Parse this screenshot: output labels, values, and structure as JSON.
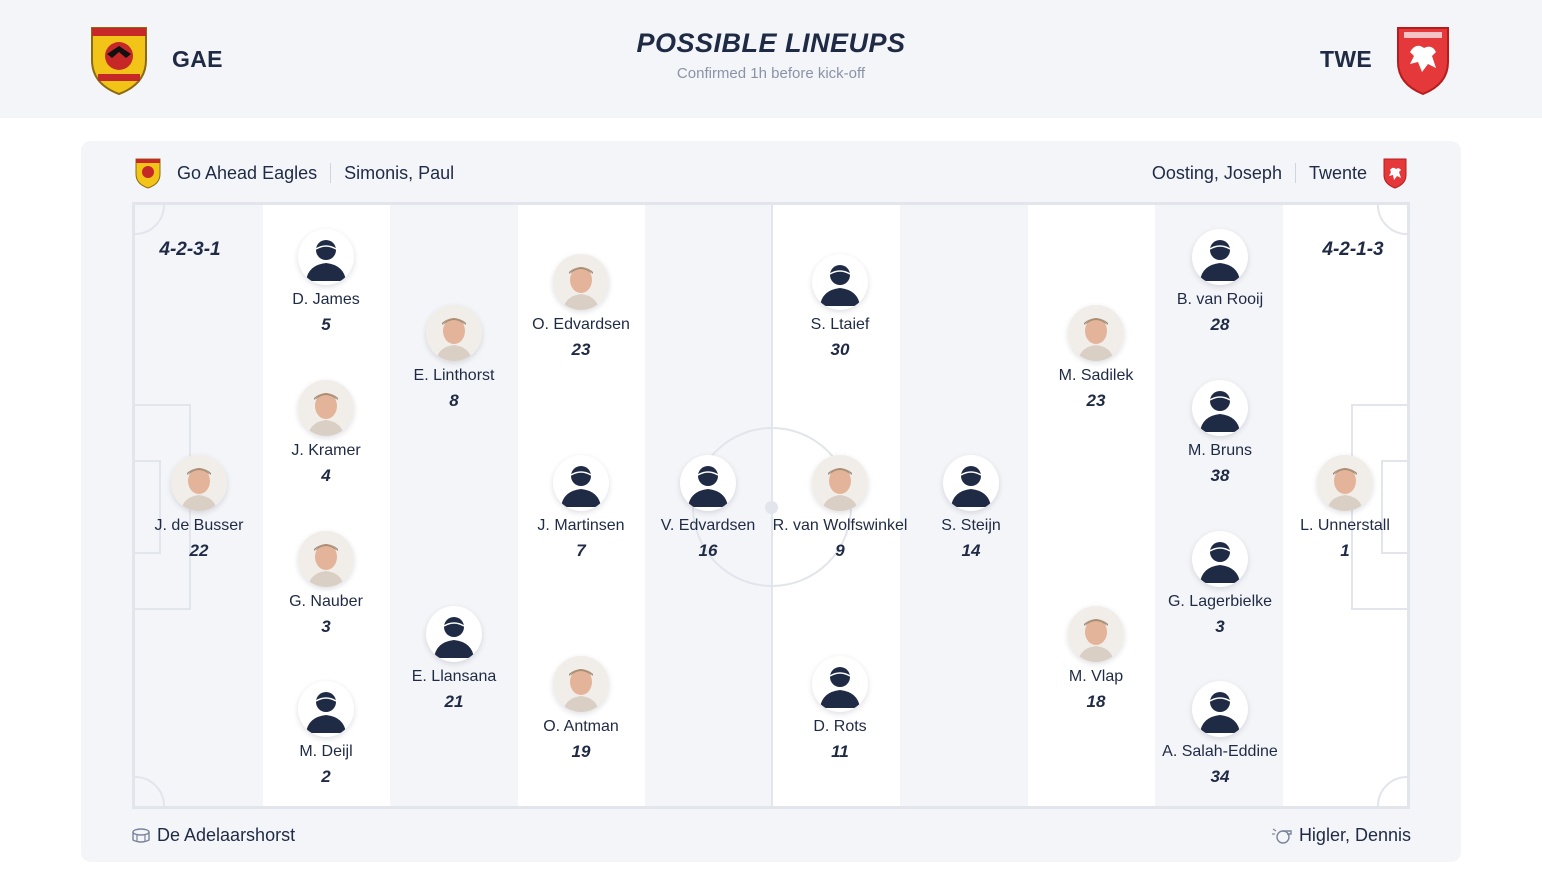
{
  "header": {
    "title": "POSSIBLE LINEUPS",
    "subtitle": "Confirmed 1h before kick-off",
    "home_abbr": "GAE",
    "away_abbr": "TWE"
  },
  "info": {
    "home_team": "Go Ahead Eagles",
    "home_coach": "Simonis, Paul",
    "away_coach": "Oosting, Joseph",
    "away_team": "Twente"
  },
  "formations": {
    "home": "4-2-3-1",
    "away": "4-2-1-3"
  },
  "home_players": [
    {
      "name": "J. de Busser",
      "number": "22",
      "photo": true
    },
    {
      "name": "D. James",
      "number": "5",
      "photo": false
    },
    {
      "name": "J. Kramer",
      "number": "4",
      "photo": true
    },
    {
      "name": "G. Nauber",
      "number": "3",
      "photo": true
    },
    {
      "name": "M. Deijl",
      "number": "2",
      "photo": false
    },
    {
      "name": "E. Linthorst",
      "number": "8",
      "photo": true
    },
    {
      "name": "E. Llansana",
      "number": "21",
      "photo": false
    },
    {
      "name": "O. Edvardsen",
      "number": "23",
      "photo": true
    },
    {
      "name": "J. Martinsen",
      "number": "7",
      "photo": false
    },
    {
      "name": "O. Antman",
      "number": "19",
      "photo": true
    },
    {
      "name": "V. Edvardsen",
      "number": "16",
      "photo": false
    }
  ],
  "away_players": [
    {
      "name": "R. van Wolfswinkel",
      "number": "9",
      "photo": true
    },
    {
      "name": "S. Ltaief",
      "number": "30",
      "photo": false
    },
    {
      "name": "D. Rots",
      "number": "11",
      "photo": false
    },
    {
      "name": "S. Steijn",
      "number": "14",
      "photo": false
    },
    {
      "name": "M. Sadilek",
      "number": "23",
      "photo": true
    },
    {
      "name": "M. Vlap",
      "number": "18",
      "photo": true
    },
    {
      "name": "B. van Rooij",
      "number": "28",
      "photo": false
    },
    {
      "name": "M. Bruns",
      "number": "38",
      "photo": false
    },
    {
      "name": "G. Lagerbielke",
      "number": "3",
      "photo": false
    },
    {
      "name": "A. Salah-Eddine",
      "number": "34",
      "photo": false
    },
    {
      "name": "L. Unnerstall",
      "number": "1",
      "photo": true
    }
  ],
  "footer": {
    "stadium": "De Adelaarshorst",
    "referee": "Higler, Dennis",
    "stadium_icon": "stadium-icon",
    "referee_icon": "whistle-icon"
  },
  "colors": {
    "text": "#1f2a44",
    "muted": "#8a93a6",
    "pitch_stripe": "#f4f5f8",
    "pitch_line": "#e2e5ec",
    "home_badge": "#f2c417",
    "away_badge": "#e5383b"
  }
}
